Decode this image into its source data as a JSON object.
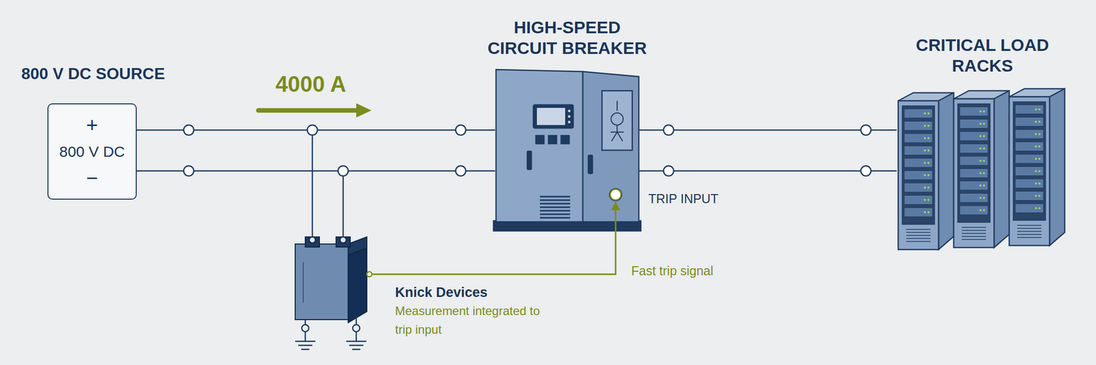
{
  "diagram": {
    "nodes": [
      {
        "text": [
          "800 V DC SOURCE",
          "+",
          "800 V DC",
          "−"
        ]
      },
      {
        "text": [
          "HIGH-SPEED CIRCUIT BREAKER"
        ]
      },
      {
        "text": [
          "Knick Devices",
          "Measurement integrated to trip input"
        ]
      },
      {
        "text": [
          "CRITICAL LOAD RACKS"
        ]
      }
    ],
    "edges": [
      {
        "from": 0,
        "to": 1,
        "arrow": "none"
      },
      {
        "from": 0,
        "to": 1,
        "arrow": "none"
      },
      {
        "from": 1,
        "to": 3,
        "arrow": "none"
      },
      {
        "from": 1,
        "to": 3,
        "arrow": "none"
      },
      {
        "from": 2,
        "to": 1,
        "arrow": "to",
        "label": "Fast trip signal"
      }
    ],
    "labels": [
      "4000 A",
      "TRIP INPUT"
    ]
  }
}
